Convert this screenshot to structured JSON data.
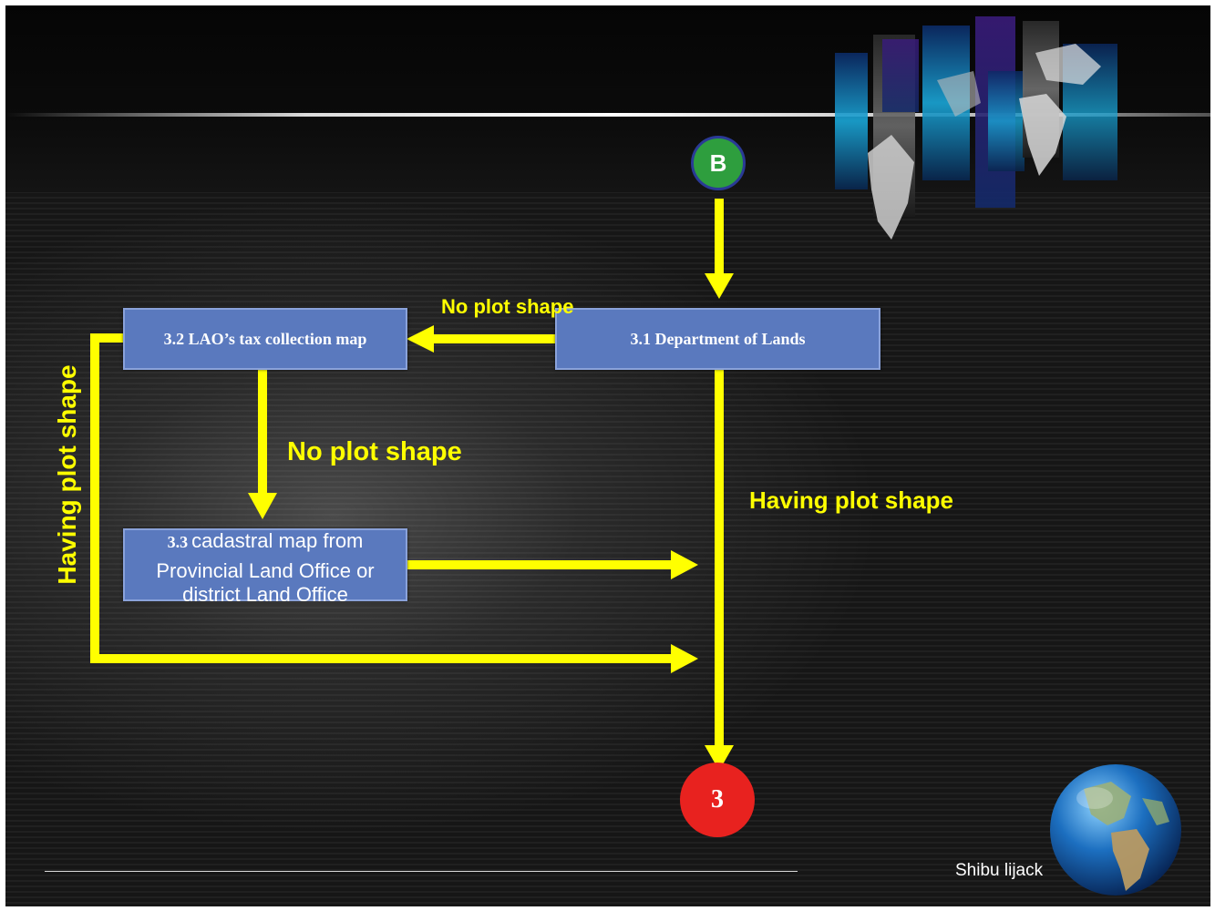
{
  "colors": {
    "flow_arrow": "#ffff00",
    "process_box": "#5a79be",
    "connector_b": "#2e9e3e",
    "connector_3": "#e8221f",
    "label_text": "#ffff00"
  },
  "diagram": {
    "connector_start": {
      "label": "B"
    },
    "connector_end": {
      "label": "3"
    },
    "nodes": [
      {
        "id": "3.1",
        "label": "3.1 Department of Lands"
      },
      {
        "id": "3.2",
        "label": "3.2 LAO’s tax collection map"
      },
      {
        "id": "3.3",
        "label_num": "3.3",
        "label_line1": "cadastral map from",
        "label_line2": "Provincial Land Office or",
        "label_line3": "district Land Office"
      }
    ],
    "edge_labels": {
      "from_31_to_32": "No plot shape",
      "from_32_to_33": "No plot shape",
      "from_31_to_3": "Having plot shape",
      "from_32_to_3": "Having plot shape"
    }
  },
  "footer": {
    "author": "Shibu lijack"
  }
}
